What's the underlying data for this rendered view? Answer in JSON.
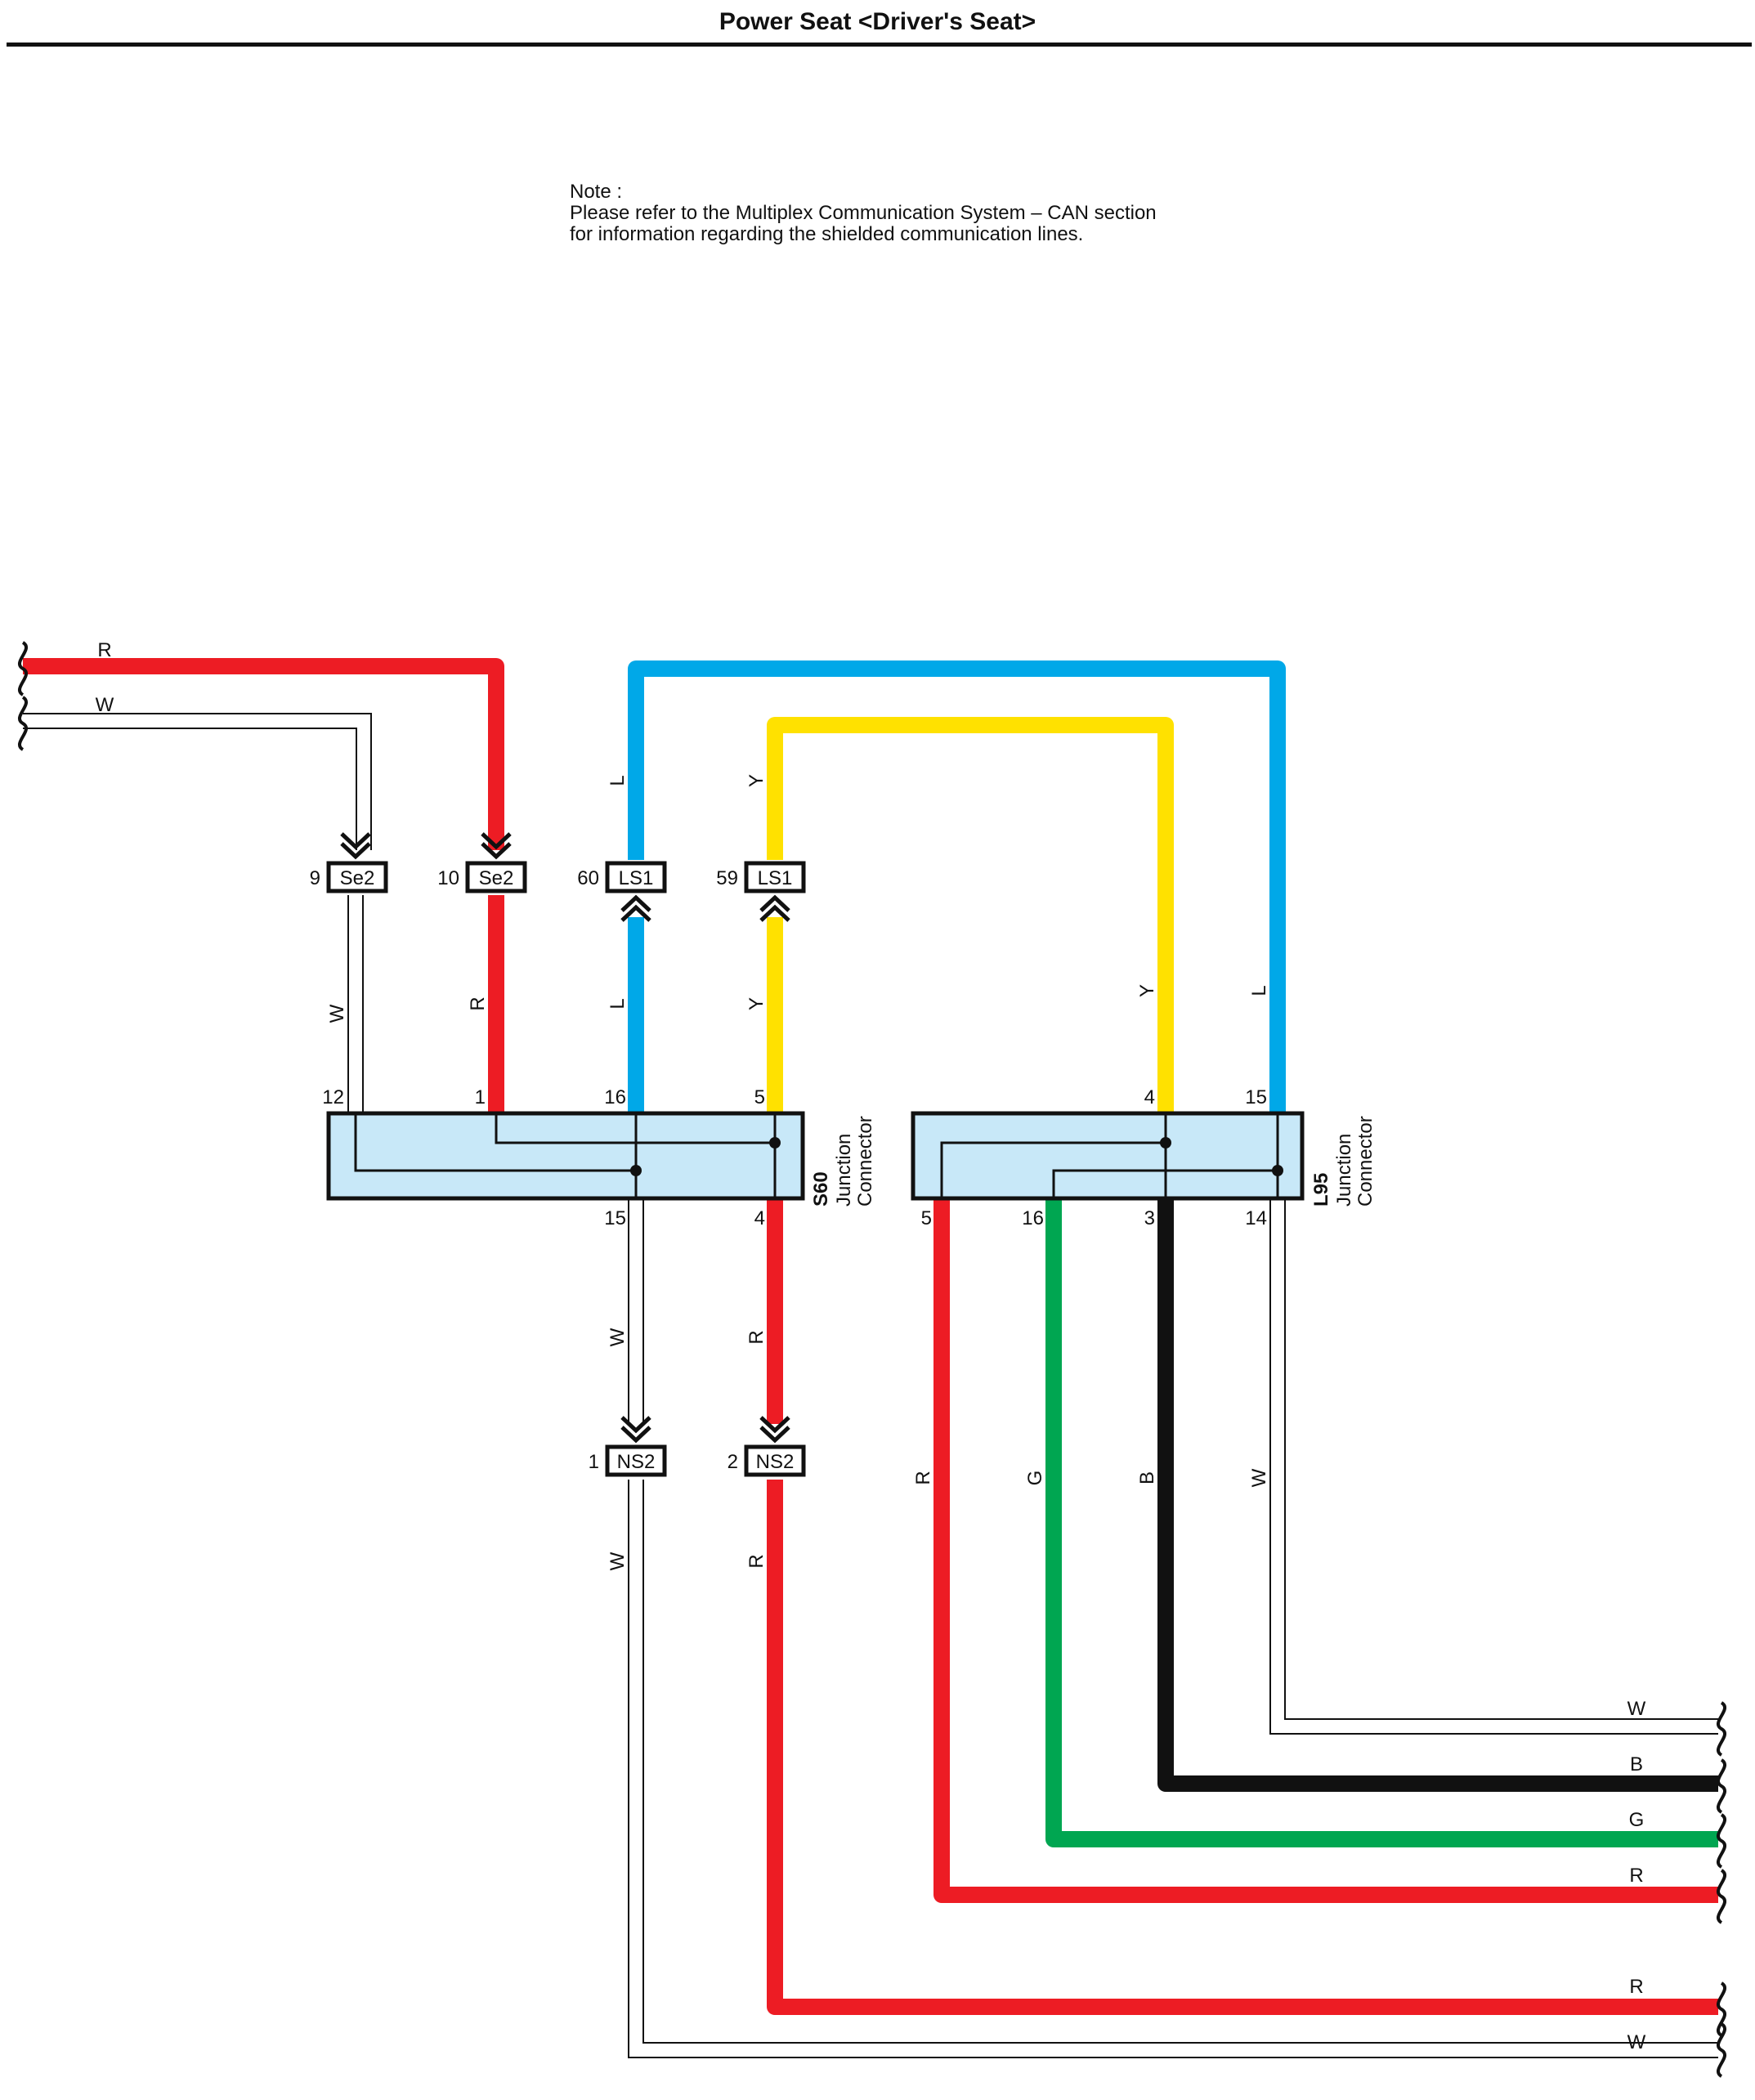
{
  "title": "Power Seat <Driver's Seat>",
  "note": {
    "heading": "Note :",
    "line1": "Please refer to the Multiplex Communication System – CAN section",
    "line2": "for information regarding the shielded communication lines."
  },
  "colors": {
    "R": "#ed1c24",
    "W": "#ffffff",
    "L": "#00a8e8",
    "Y": "#ffe100",
    "G": "#00a651",
    "B": "#111111",
    "connector_fill": "#c8e8f8"
  },
  "wire_codes": {
    "R": "R",
    "W": "W",
    "L": "L",
    "Y": "Y",
    "G": "G",
    "B": "B"
  },
  "connectors": {
    "se2_a": {
      "pin": "9",
      "name": "Se2"
    },
    "se2_b": {
      "pin": "10",
      "name": "Se2"
    },
    "ls1_a": {
      "pin": "60",
      "name": "LS1"
    },
    "ls1_b": {
      "pin": "59",
      "name": "LS1"
    },
    "ns2_a": {
      "pin": "1",
      "name": "NS2"
    },
    "ns2_b": {
      "pin": "2",
      "name": "NS2"
    }
  },
  "junctions": {
    "s60": {
      "id": "S60",
      "label1": "Junction",
      "label2": "Connector",
      "top_pins": [
        "12",
        "1",
        "16",
        "5"
      ],
      "bottom_pins": [
        "15",
        "4"
      ]
    },
    "l95": {
      "id": "L95",
      "label1": "Junction",
      "label2": "Connector",
      "top_pins": [
        "4",
        "15"
      ],
      "bottom_pins": [
        "5",
        "16",
        "3",
        "14"
      ]
    }
  }
}
